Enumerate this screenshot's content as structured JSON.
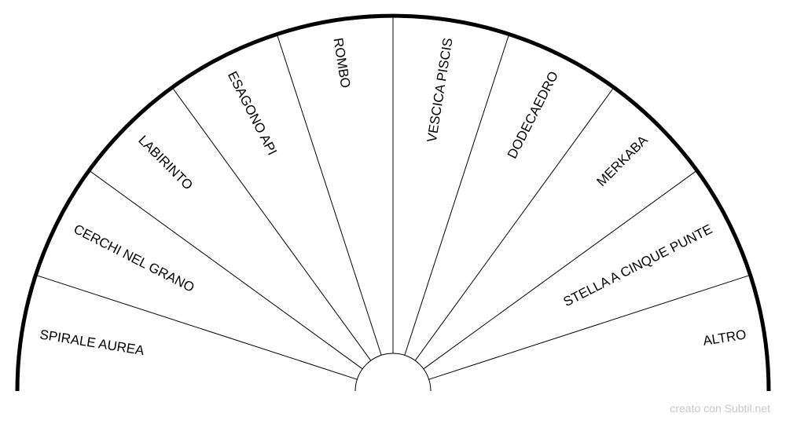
{
  "chart": {
    "sectors": [
      "SPIRALE AUREA",
      "CERCHI NEL GRANO",
      "LABIRINTO",
      "ESAGONO API",
      "ROMBO",
      "VESCICA PISCIS",
      "DODECAEDRO",
      "MERKABA",
      "STELLA A CINQUE PUNTE",
      "ALTRO"
    ],
    "line_color": "#000000"
  },
  "watermark": "creato con Subtil.net"
}
